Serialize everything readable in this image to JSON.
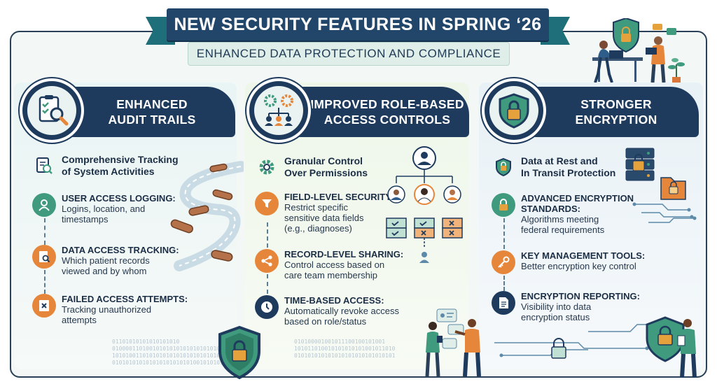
{
  "header": {
    "title": "NEW SECURITY FEATURES IN SPRING ‘26",
    "subtitle": "ENHANCED DATA PROTECTION AND COMPLIANCE"
  },
  "panels": [
    {
      "title_line1": "ENHANCED",
      "title_line2": "AUDIT TRAILS",
      "intro_line1": "Comprehensive Tracking",
      "intro_line2": "of System Activities",
      "items": [
        {
          "title": "USER ACCESS LOGGING:",
          "line1": "Logins, location, and",
          "line2": "timestamps"
        },
        {
          "title": "DATA ACCESS TRACKING:",
          "line1": "Which patient records",
          "line2": "viewed and by whom"
        },
        {
          "title": "FAILED ACCESS ATTEMPTS:",
          "line1": "Tracking unauthorized",
          "line2": "attempts"
        }
      ]
    },
    {
      "title_line1": "IMPROVED ROLE-BASED",
      "title_line2": "ACCESS CONTROLS",
      "intro_line1": "Granular Control",
      "intro_line2": "Over Permissions",
      "items": [
        {
          "title": "FIELD-LEVEL SECURITY:",
          "line1": "Restrict specific",
          "line2": "sensitive data fields",
          "line3": "(e.g., diagnoses)"
        },
        {
          "title": "RECORD-LEVEL SHARING:",
          "line1": "Control access based on",
          "line2": "care team membership"
        },
        {
          "title": "TIME-BASED ACCESS:",
          "line1": "Automatically revoke access",
          "line2": "based on role/status"
        }
      ]
    },
    {
      "title_line1": "STRONGER",
      "title_line2": "ENCRYPTION",
      "intro_line1": "Data at Rest and",
      "intro_line2": "In Transit Protection",
      "items": [
        {
          "title": "ADVANCED ENCRYPTION",
          "title2": "STANDARDS:",
          "line1": "Algorithms meeting",
          "line2": "federal requirements"
        },
        {
          "title": "KEY MANAGEMENT TOOLS:",
          "line1": "Better encryption key control"
        },
        {
          "title": "ENCRYPTION REPORTING:",
          "line1": "Visibility into data",
          "line2": "encryption status"
        }
      ]
    }
  ],
  "colors": {
    "navy": "#1e3b5e",
    "teal": "#3f9a7e",
    "orange": "#e5863b"
  },
  "icons": [
    "clipboard-magnifier-icon",
    "gears-people-icon",
    "shield-lock-icon",
    "user-icon",
    "file-search-icon",
    "file-x-icon",
    "gear-icon",
    "funnel-icon",
    "share-icon",
    "clock-icon",
    "lock-icon",
    "key-icon",
    "document-icon",
    "server-icon"
  ]
}
